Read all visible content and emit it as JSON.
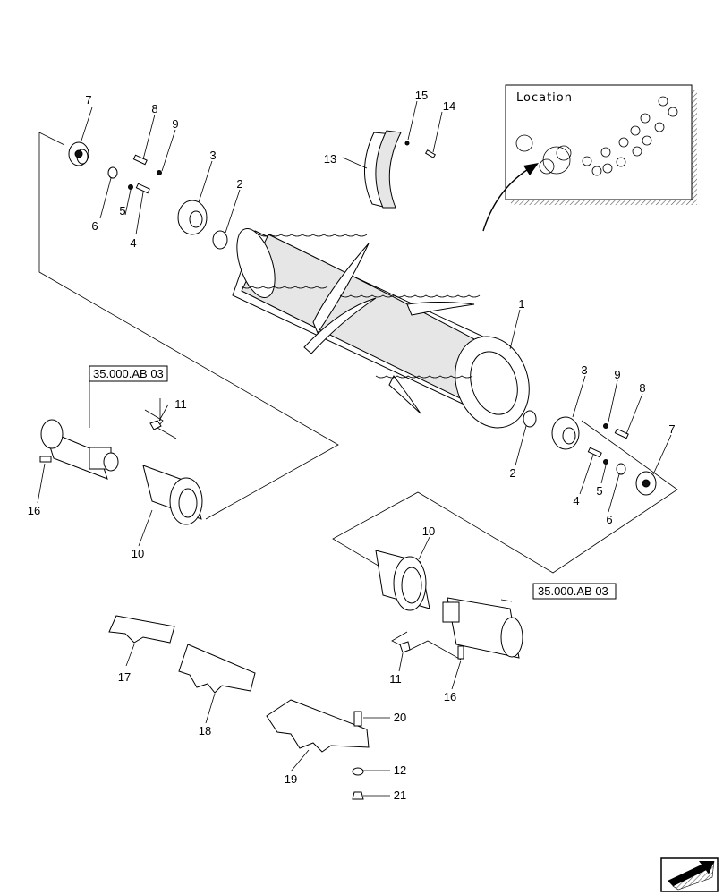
{
  "location_box": {
    "title": "Location"
  },
  "reference_labels": [
    "35.000.AB 03",
    "35.000.AB 03"
  ],
  "callouts": [
    "7",
    "8",
    "9",
    "3",
    "2",
    "6",
    "5",
    "4",
    "15",
    "14",
    "13",
    "1",
    "3",
    "9",
    "8",
    "7",
    "2",
    "4",
    "5",
    "6",
    "11",
    "16",
    "10",
    "10",
    "11",
    "16",
    "17",
    "18",
    "19",
    "20",
    "12",
    "21"
  ],
  "colors": {
    "line": "#000000",
    "shade": "#e6e6e6",
    "hatch": "#555555"
  },
  "icons": {
    "nav": "next-page-arrow-icon"
  }
}
